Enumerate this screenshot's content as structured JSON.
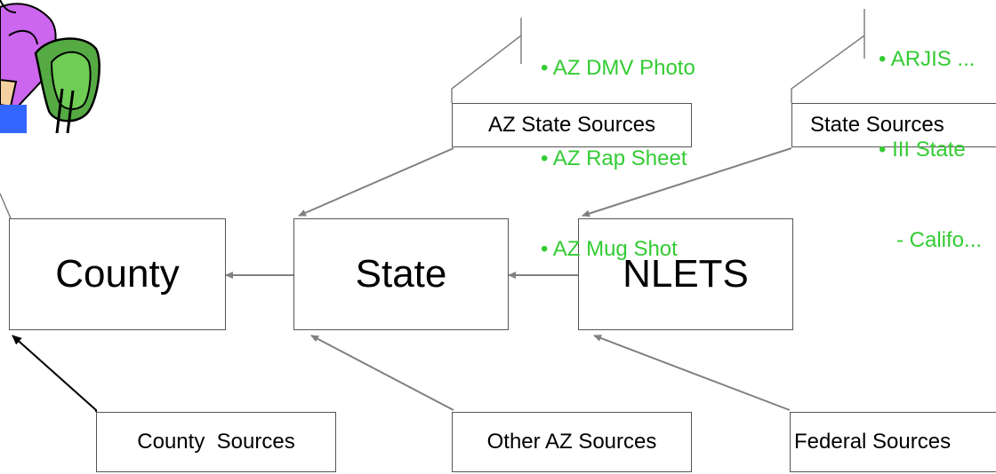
{
  "diagram": {
    "main_nodes": {
      "county": "County",
      "state": "State",
      "nlets": "NLETS"
    },
    "source_boxes": {
      "az_state": "AZ State Sources",
      "state_sources": "State Sources",
      "county_sources": "County  Sources",
      "other_az": "Other AZ Sources",
      "federal": "Federal Sources"
    },
    "az_state_list": [
      "• AZ DMV Photo",
      "• AZ Rap Sheet",
      "• AZ Mug Shot"
    ],
    "state_list": [
      "• ARJIS ...",
      "• III State",
      "   - Califo..."
    ]
  },
  "colors": {
    "list_text": "#33cc33",
    "arrow": "#808080",
    "county_arrow": "#000000"
  },
  "icons": {
    "clipart": "person-at-computer-icon"
  }
}
